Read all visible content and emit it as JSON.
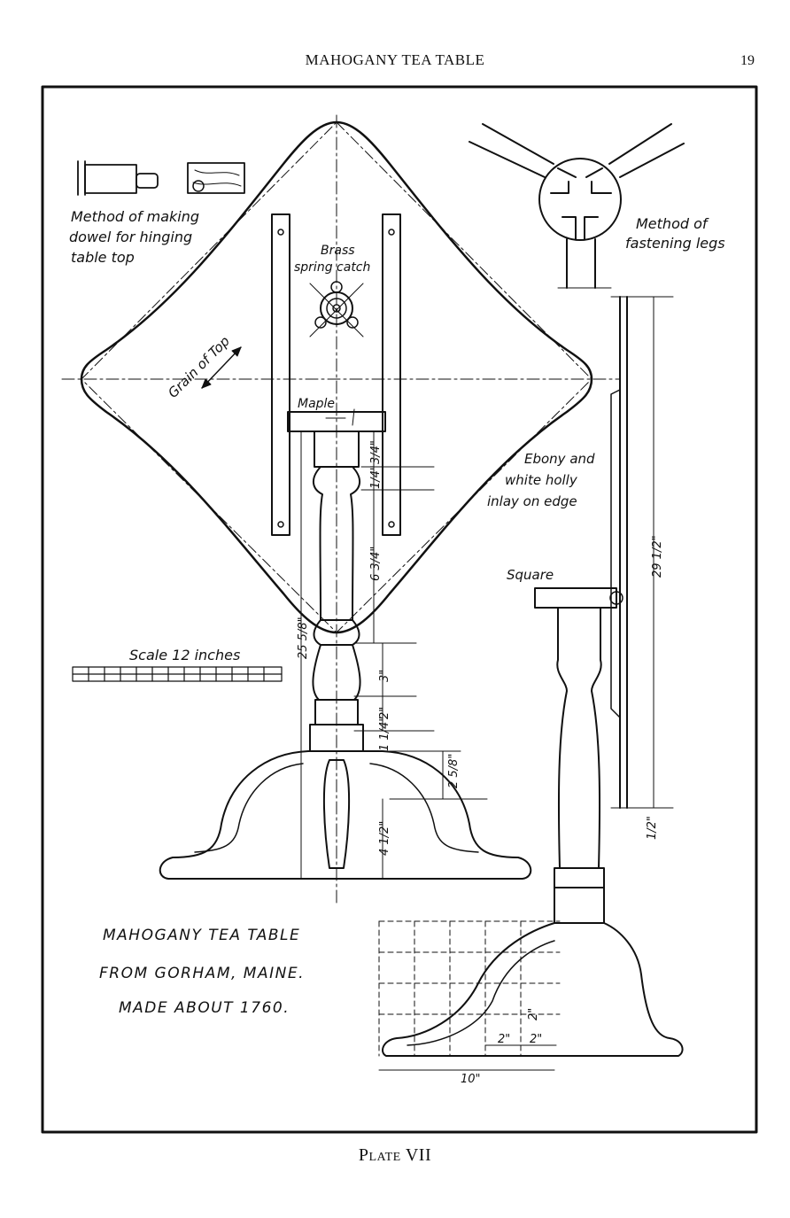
{
  "header": {
    "running_title": "MAHOGANY TEA TABLE",
    "page_number": "19"
  },
  "notes": {
    "dowel": [
      "Method of making",
      "dowel for hinging",
      "table top"
    ],
    "legs": [
      "Method of",
      "fastening legs"
    ],
    "catch": [
      "Brass",
      "spring catch"
    ],
    "grain": "Grain of Top",
    "maple": "Maple",
    "inlay": [
      "Ebony and",
      "white holly",
      "inlay on edge"
    ],
    "square": "Square",
    "scale": "Scale 12 inches"
  },
  "dimensions": {
    "d_3_4": "3/4\"",
    "d_1_4a": "1/4\"",
    "d_6_3_4": "6 3/4\"",
    "d_25_5_8": "25 5/8\"",
    "d_3": "3\"",
    "d_2a": "2\"",
    "d_1_1_4": "1 1/4\"",
    "d_2_5_8": "2 5/8\"",
    "d_4_1_2": "4 1/2\"",
    "d_29_1_2": "29 1/2\"",
    "d_1_2": "1/2\"",
    "d_2b": "2\"",
    "d_2c": "2\"",
    "d_2d": "2\"",
    "d_10": "10\""
  },
  "caption": [
    "MAHOGANY TEA TABLE",
    "FROM GORHAM, MAINE.",
    "MADE ABOUT 1760."
  ],
  "plate": "Plate VII"
}
